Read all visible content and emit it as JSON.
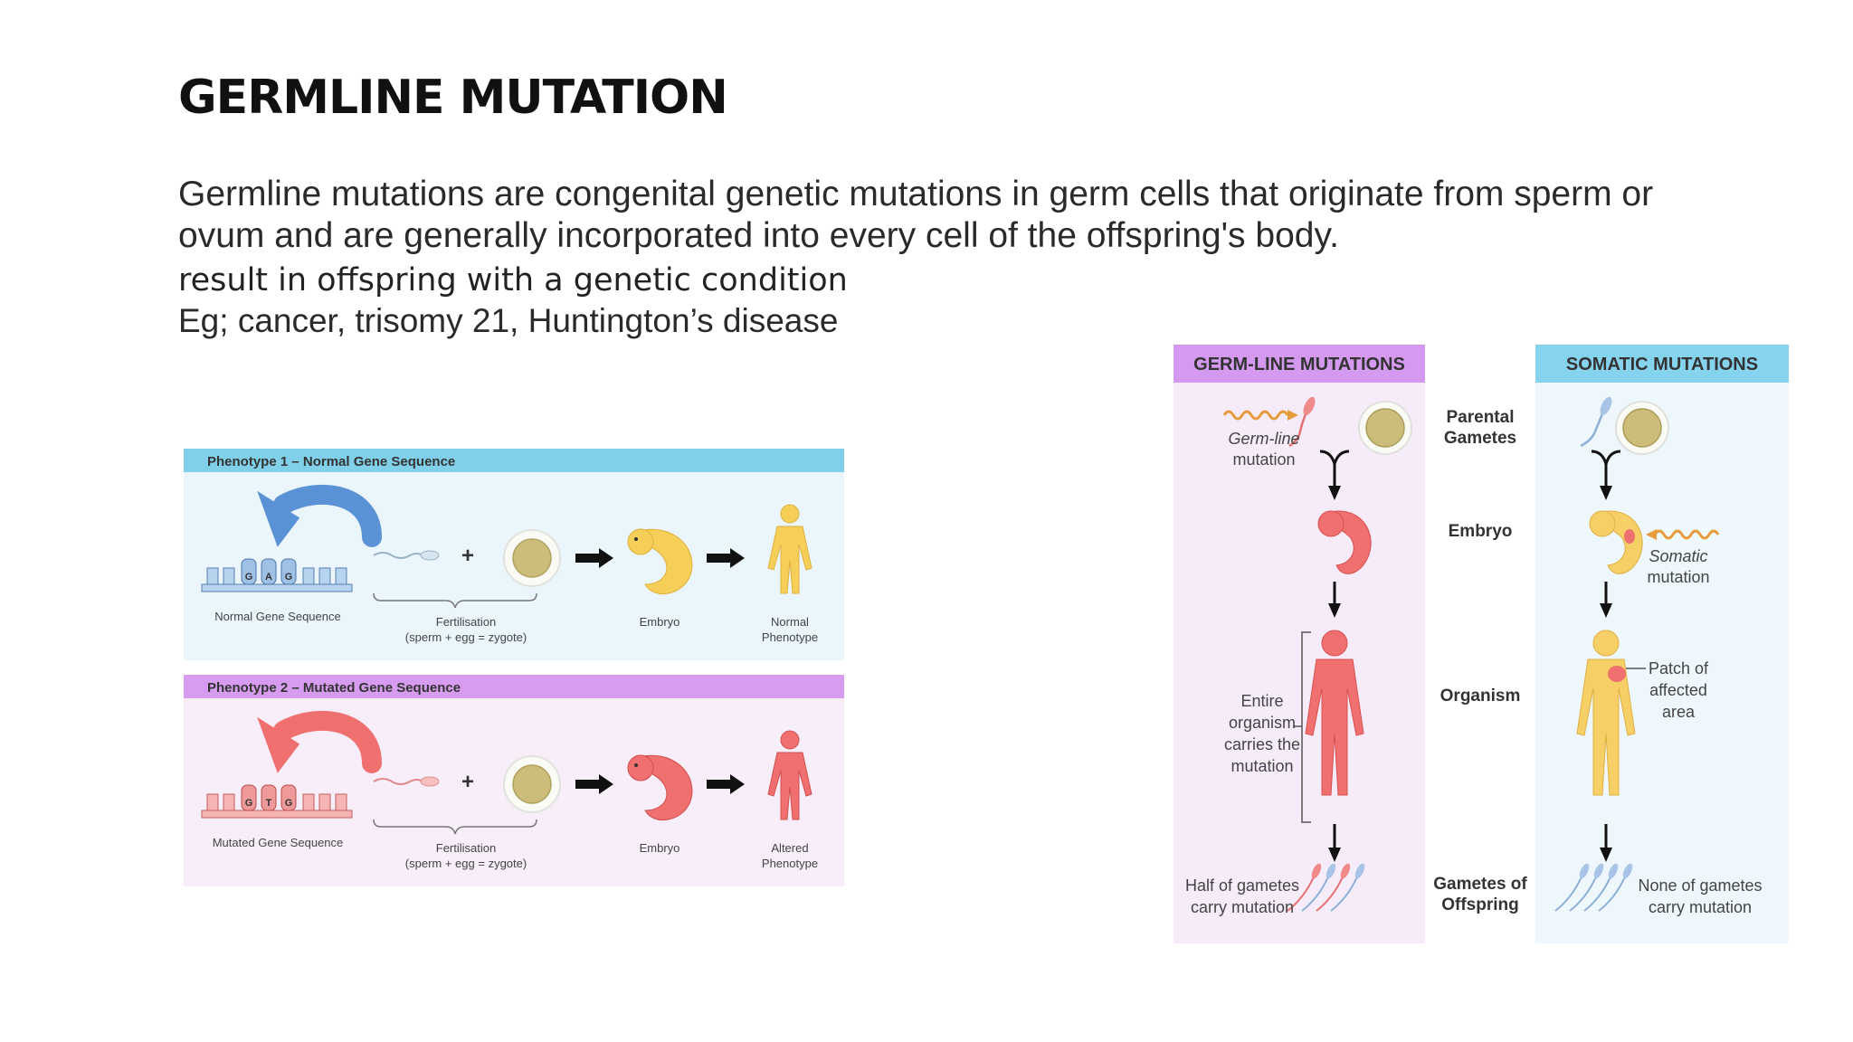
{
  "slide": {
    "title": "GERMLINE MUTATION",
    "paragraph": "Germline mutations are congenital genetic mutations in germ cells that originate from sperm or ovum and are generally incorporated into every cell of the offspring's body.",
    "result_line": "result in offspring with a genetic condition",
    "example_line": "Eg; cancer, trisomy 21, Huntington’s disease"
  },
  "phenotype_figure": {
    "panel1": {
      "header": "Phenotype 1 – Normal Gene Sequence",
      "gene_letters": [
        "G",
        "A",
        "G"
      ],
      "gene_label": "Normal Gene Sequence",
      "fertilisation_label": "Fertilisation",
      "fertilisation_sub": "(sperm + egg = zygote)",
      "embryo_label": "Embryo",
      "phenotype_label_1": "Normal",
      "phenotype_label_2": "Phenotype",
      "header_color": "#7fd0e8",
      "bg_color": "#eaf6fb"
    },
    "panel2": {
      "header": "Phenotype 2 – Mutated Gene Sequence",
      "gene_letters": [
        "G",
        "T",
        "G"
      ],
      "gene_label": "Mutated Gene Sequence",
      "fertilisation_label": "Fertilisation",
      "fertilisation_sub": "(sperm + egg = zygote)",
      "embryo_label": "Embryo",
      "phenotype_label_1": "Altered",
      "phenotype_label_2": "Phenotype",
      "header_color": "#d79cf0",
      "bg_color": "#f7eef9"
    }
  },
  "comparison_figure": {
    "germline_header": "GERM-LINE MUTATIONS",
    "somatic_header": "SOMATIC MUTATIONS",
    "stages": {
      "parental_1": "Parental",
      "parental_2": "Gametes",
      "embryo": "Embryo",
      "organism": "Organism",
      "gametes_1": "Gametes of",
      "gametes_2": "Offspring"
    },
    "germline_notes": {
      "mutation_1": "Germ-line",
      "mutation_2": "mutation",
      "entire_1": "Entire",
      "entire_2": "organism",
      "entire_3": "carries the",
      "entire_4": "mutation",
      "half_1": "Half of gametes",
      "half_2": "carry mutation"
    },
    "somatic_notes": {
      "mutation_1": "Somatic",
      "mutation_2": "mutation",
      "patch_1": "Patch of",
      "patch_2": "affected",
      "patch_3": "area",
      "none_1": "None of gametes",
      "none_2": "carry mutation"
    },
    "colors": {
      "germline_header": "#d59af0",
      "germline_bg": "#f6ecf9",
      "somatic_header": "#86d3ee",
      "somatic_bg": "#eef7fb",
      "mutated_red": "#f07070",
      "normal_yellow": "#f6d066"
    }
  }
}
